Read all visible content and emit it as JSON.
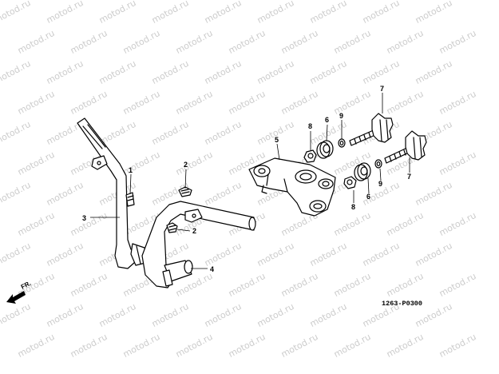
{
  "diagram": {
    "watermark_text": "motod.ru",
    "drawing_code": "1263-P0300",
    "direction_label": "FR.",
    "callouts": [
      {
        "id": "c1",
        "label": "1"
      },
      {
        "id": "c2a",
        "label": "2"
      },
      {
        "id": "c2b",
        "label": "2"
      },
      {
        "id": "c3",
        "label": "3"
      },
      {
        "id": "c4",
        "label": "4"
      },
      {
        "id": "c5",
        "label": "5"
      },
      {
        "id": "c6a",
        "label": "6"
      },
      {
        "id": "c6b",
        "label": "6"
      },
      {
        "id": "c7a",
        "label": "7"
      },
      {
        "id": "c7b",
        "label": "7"
      },
      {
        "id": "c8a",
        "label": "8"
      },
      {
        "id": "c8b",
        "label": "8"
      },
      {
        "id": "c9a",
        "label": "9"
      },
      {
        "id": "c9b",
        "label": "9"
      }
    ]
  }
}
